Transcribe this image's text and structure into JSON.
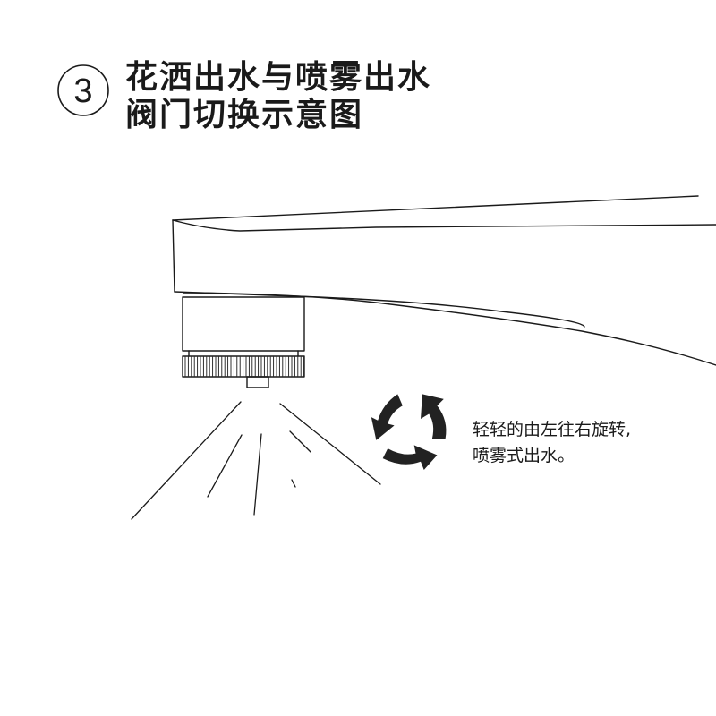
{
  "header": {
    "step_number": "3",
    "title_line1": "花洒出水与喷雾出水",
    "title_line2": "阀门切换示意图"
  },
  "illustration": {
    "subject": "faucet-aerator",
    "icon": "rotate-clockwise-cycle-icon",
    "line_color": "#1a1a1a",
    "icon_color": "#222222"
  },
  "instruction": {
    "line1": "轻轻的由左往右旋转,",
    "line2": "喷雾式出水。"
  }
}
